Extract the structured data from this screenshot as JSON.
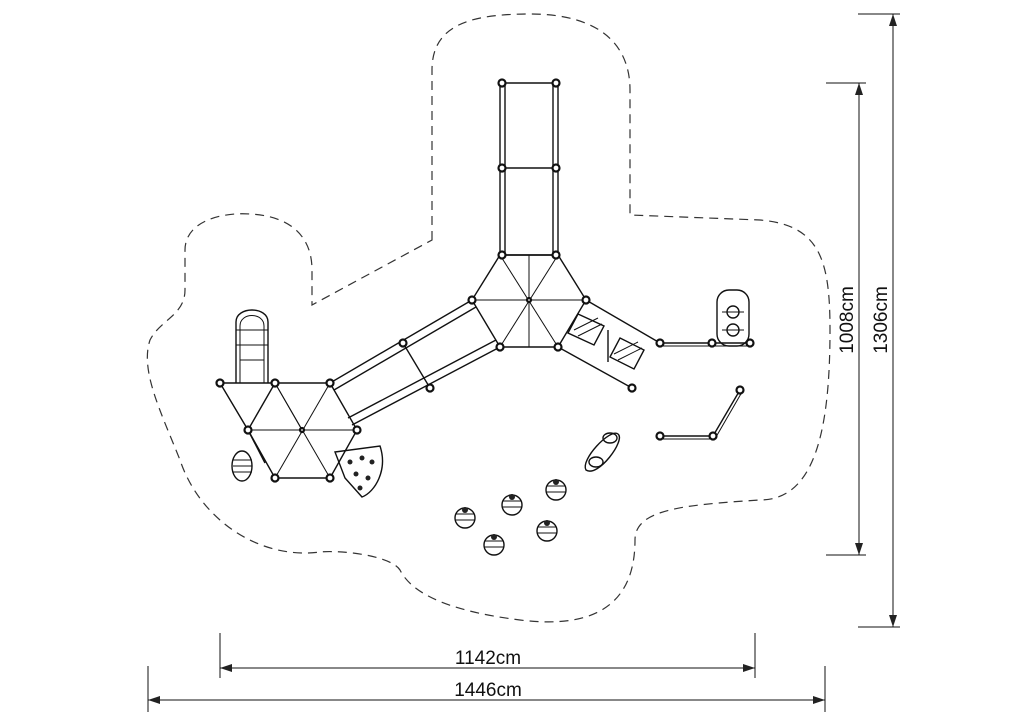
{
  "dimensions": {
    "inner_width": "1142cm",
    "outer_width": "1446cm",
    "inner_height": "1008cm",
    "outer_height": "1306cm"
  },
  "colors": {
    "line": "#111111",
    "safety_zone": "#333333",
    "background": "#ffffff"
  }
}
